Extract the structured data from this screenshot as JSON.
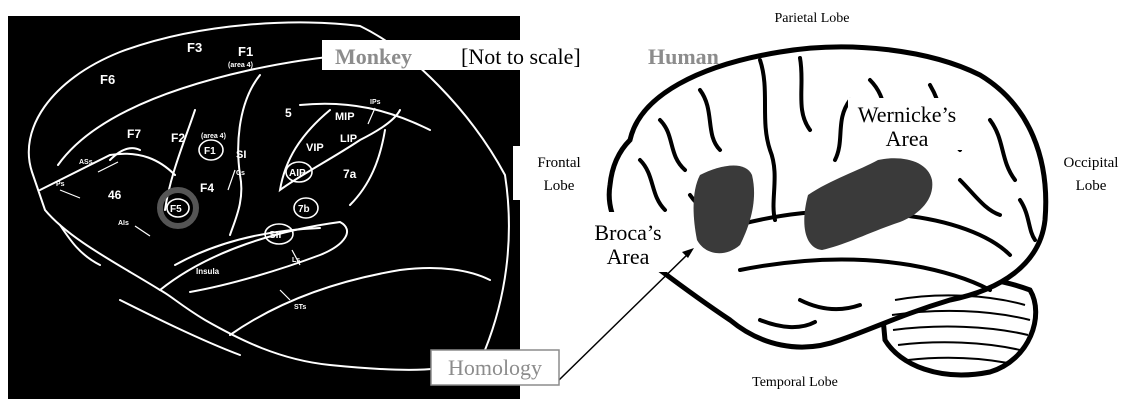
{
  "header": {
    "monkey": "Monkey",
    "scale_note": "[Not to scale]",
    "human": "Human"
  },
  "monkey_brain": {
    "areas": {
      "f3": "F3",
      "f1": "F1",
      "f1_sub": "(area 4)",
      "f6": "F6",
      "f7": "F7",
      "f2": "F2",
      "area4": "(area 4)",
      "f1_circle": "F1",
      "si": "SI",
      "cs": "Cs",
      "five": "5",
      "mip": "MIP",
      "ips": "IPs",
      "vip": "VIP",
      "lip": "LIP",
      "aip": "AIP",
      "seven_a": "7a",
      "seven_b": "7b",
      "asss": "ASs",
      "ps": "Ps",
      "forty_six": "46",
      "f4": "F4",
      "f5": "F5",
      "ais": "AIs",
      "sii": "SII",
      "ls": "Ls",
      "insula": "Insula",
      "sts": "STs"
    }
  },
  "human_brain": {
    "parietal": "Parietal Lobe",
    "frontal_line1": "Frontal",
    "frontal_line2": "Lobe",
    "occipital_line1": "Occipital",
    "occipital_line2": "Lobe",
    "temporal": "Temporal Lobe",
    "wernicke_line1": "Wernicke’s",
    "wernicke_line2": "Area",
    "broca_line1": "Broca’s",
    "broca_line2": "Area"
  },
  "homology_label": "Homology",
  "colors": {
    "monkey_bg": "#000000",
    "grey_label": "#8c8c8c",
    "highlight_ring": "#555555",
    "region_fill": "#3a3a3a",
    "homology_border": "#8c8c8c"
  }
}
